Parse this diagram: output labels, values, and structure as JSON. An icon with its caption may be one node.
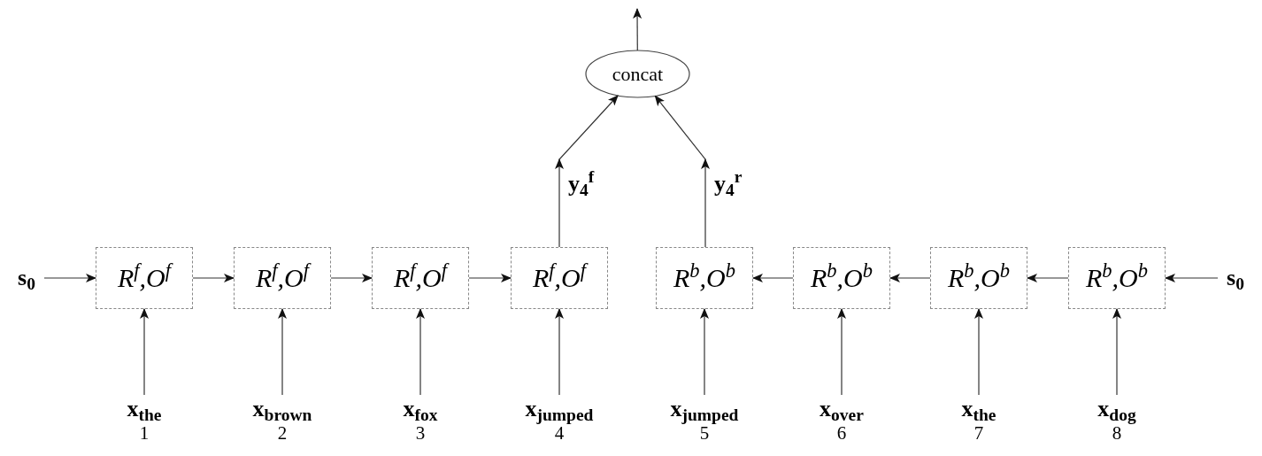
{
  "diagram": {
    "nodes": [
      {
        "text": [
          "concat"
        ]
      },
      {
        "text": [
          "s$_{0}$"
        ]
      },
      {
        "text": [
          "R$^{f}$,O$^{f}$"
        ]
      },
      {
        "text": [
          "R$^{f}$,O$^{f}$"
        ]
      },
      {
        "text": [
          "R$^{f}$,O$^{f}$"
        ]
      },
      {
        "text": [
          "R$^{f}$,O$^{f}$"
        ]
      },
      {
        "text": [
          "R$^{b}$,O$^{b}$"
        ]
      },
      {
        "text": [
          "R$^{b}$,O$^{b}$"
        ]
      },
      {
        "text": [
          "R$^{b}$,O$^{b}$"
        ]
      },
      {
        "text": [
          "R$^{b}$,O$^{b}$"
        ]
      },
      {
        "text": [
          "s$_{0}$"
        ]
      },
      {
        "text": [
          "x$_{the}$"
        ],
        "beside": [
          "1"
        ]
      },
      {
        "text": [
          "x$_{brown}$"
        ],
        "beside": [
          "2"
        ]
      },
      {
        "text": [
          "x$_{fox}$"
        ],
        "beside": [
          "3"
        ]
      },
      {
        "text": [
          "x$_{jumped}$"
        ],
        "beside": [
          "4"
        ]
      },
      {
        "text": [
          "x$_{jumped}$"
        ],
        "beside": [
          "5"
        ]
      },
      {
        "text": [
          "x$_{over}$"
        ],
        "beside": [
          "6"
        ]
      },
      {
        "text": [
          "x$_{the}$"
        ],
        "beside": [
          "7"
        ]
      },
      {
        "text": [
          "x$_{dog}$"
        ],
        "beside": [
          "8"
        ]
      }
    ],
    "edges": [
      {
        "from": 0,
        "to": null,
        "arrow": "to"
      },
      {
        "from": 1,
        "to": 2,
        "arrow": "to"
      },
      {
        "from": 2,
        "to": 3,
        "arrow": "to"
      },
      {
        "from": 3,
        "to": 4,
        "arrow": "to"
      },
      {
        "from": 4,
        "to": 5,
        "arrow": "to"
      },
      {
        "from": 10,
        "to": 9,
        "arrow": "to"
      },
      {
        "from": 9,
        "to": 8,
        "arrow": "to"
      },
      {
        "from": 8,
        "to": 7,
        "arrow": "to"
      },
      {
        "from": 7,
        "to": 6,
        "arrow": "to"
      },
      {
        "from": 5,
        "to": 0,
        "arrow": "to",
        "label": "y$_{4}$$^{f}$"
      },
      {
        "from": 6,
        "to": 0,
        "arrow": "to",
        "label": "y$_{4}$$^{r}$"
      },
      {
        "from": 11,
        "to": 2,
        "arrow": "to"
      },
      {
        "from": 12,
        "to": 3,
        "arrow": "to"
      },
      {
        "from": 13,
        "to": 4,
        "arrow": "to"
      },
      {
        "from": 14,
        "to": 5,
        "arrow": "to"
      },
      {
        "from": 15,
        "to": 6,
        "arrow": "to"
      },
      {
        "from": 16,
        "to": 7,
        "arrow": "to"
      },
      {
        "from": 17,
        "to": 8,
        "arrow": "to"
      },
      {
        "from": 18,
        "to": 9,
        "arrow": "to"
      }
    ]
  }
}
